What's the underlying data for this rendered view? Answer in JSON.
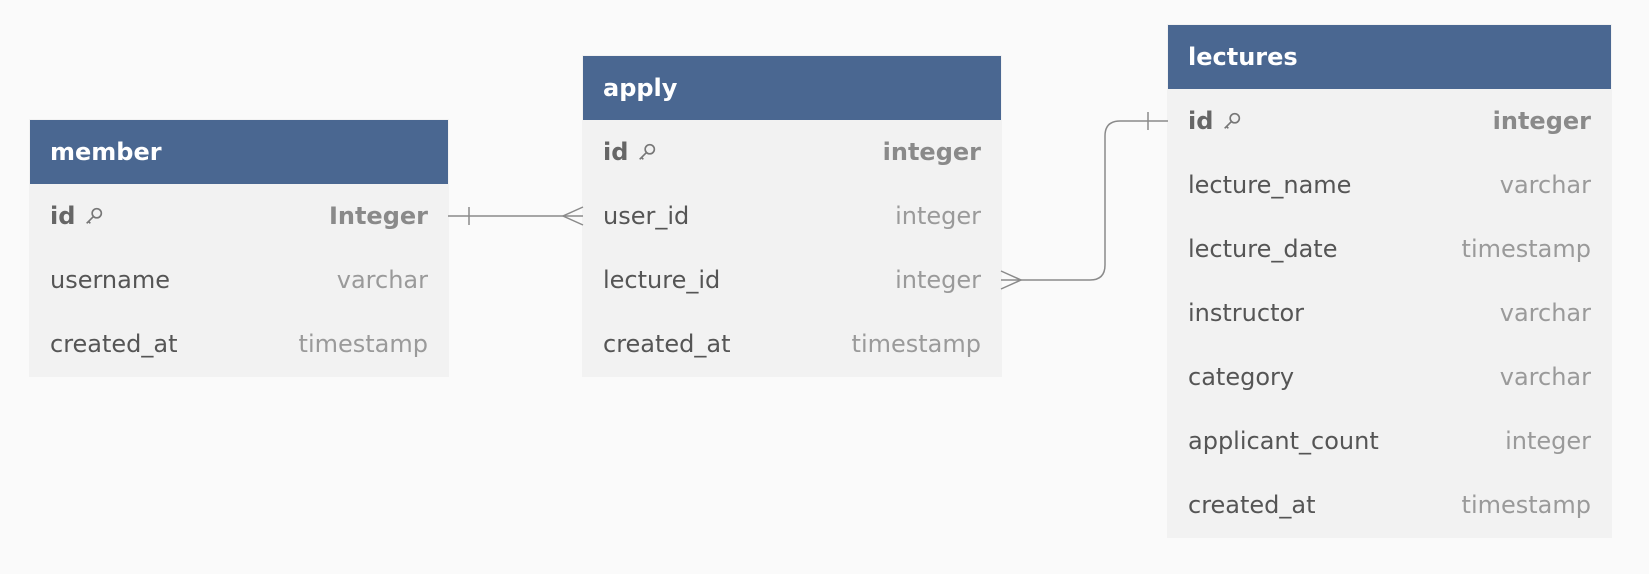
{
  "tables": {
    "member": {
      "title": "member",
      "columns": [
        {
          "name": "id",
          "type": "Integer",
          "pk": true
        },
        {
          "name": "username",
          "type": "varchar",
          "pk": false
        },
        {
          "name": "created_at",
          "type": "timestamp",
          "pk": false
        }
      ]
    },
    "apply": {
      "title": "apply",
      "columns": [
        {
          "name": "id",
          "type": "integer",
          "pk": true
        },
        {
          "name": "user_id",
          "type": "integer",
          "pk": false
        },
        {
          "name": "lecture_id",
          "type": "integer",
          "pk": false
        },
        {
          "name": "created_at",
          "type": "timestamp",
          "pk": false
        }
      ]
    },
    "lectures": {
      "title": "lectures",
      "columns": [
        {
          "name": "id",
          "type": "integer",
          "pk": true
        },
        {
          "name": "lecture_name",
          "type": "varchar",
          "pk": false
        },
        {
          "name": "lecture_date",
          "type": "timestamp",
          "pk": false
        },
        {
          "name": "instructor",
          "type": "varchar",
          "pk": false
        },
        {
          "name": "category",
          "type": "varchar",
          "pk": false
        },
        {
          "name": "applicant_count",
          "type": "integer",
          "pk": false
        },
        {
          "name": "created_at",
          "type": "timestamp",
          "pk": false
        }
      ]
    }
  },
  "relations": [
    {
      "from": "member.id",
      "to": "apply.user_id",
      "from_cardinality": "one",
      "to_cardinality": "many"
    },
    {
      "from": "apply.lecture_id",
      "to": "lectures.id",
      "from_cardinality": "many",
      "to_cardinality": "one"
    }
  ],
  "colors": {
    "header": "#4a6791",
    "body": "#f2f2f2",
    "background": "#fafafa",
    "line": "#8a8a8a"
  },
  "icons": {
    "primary_key": "key-icon"
  }
}
